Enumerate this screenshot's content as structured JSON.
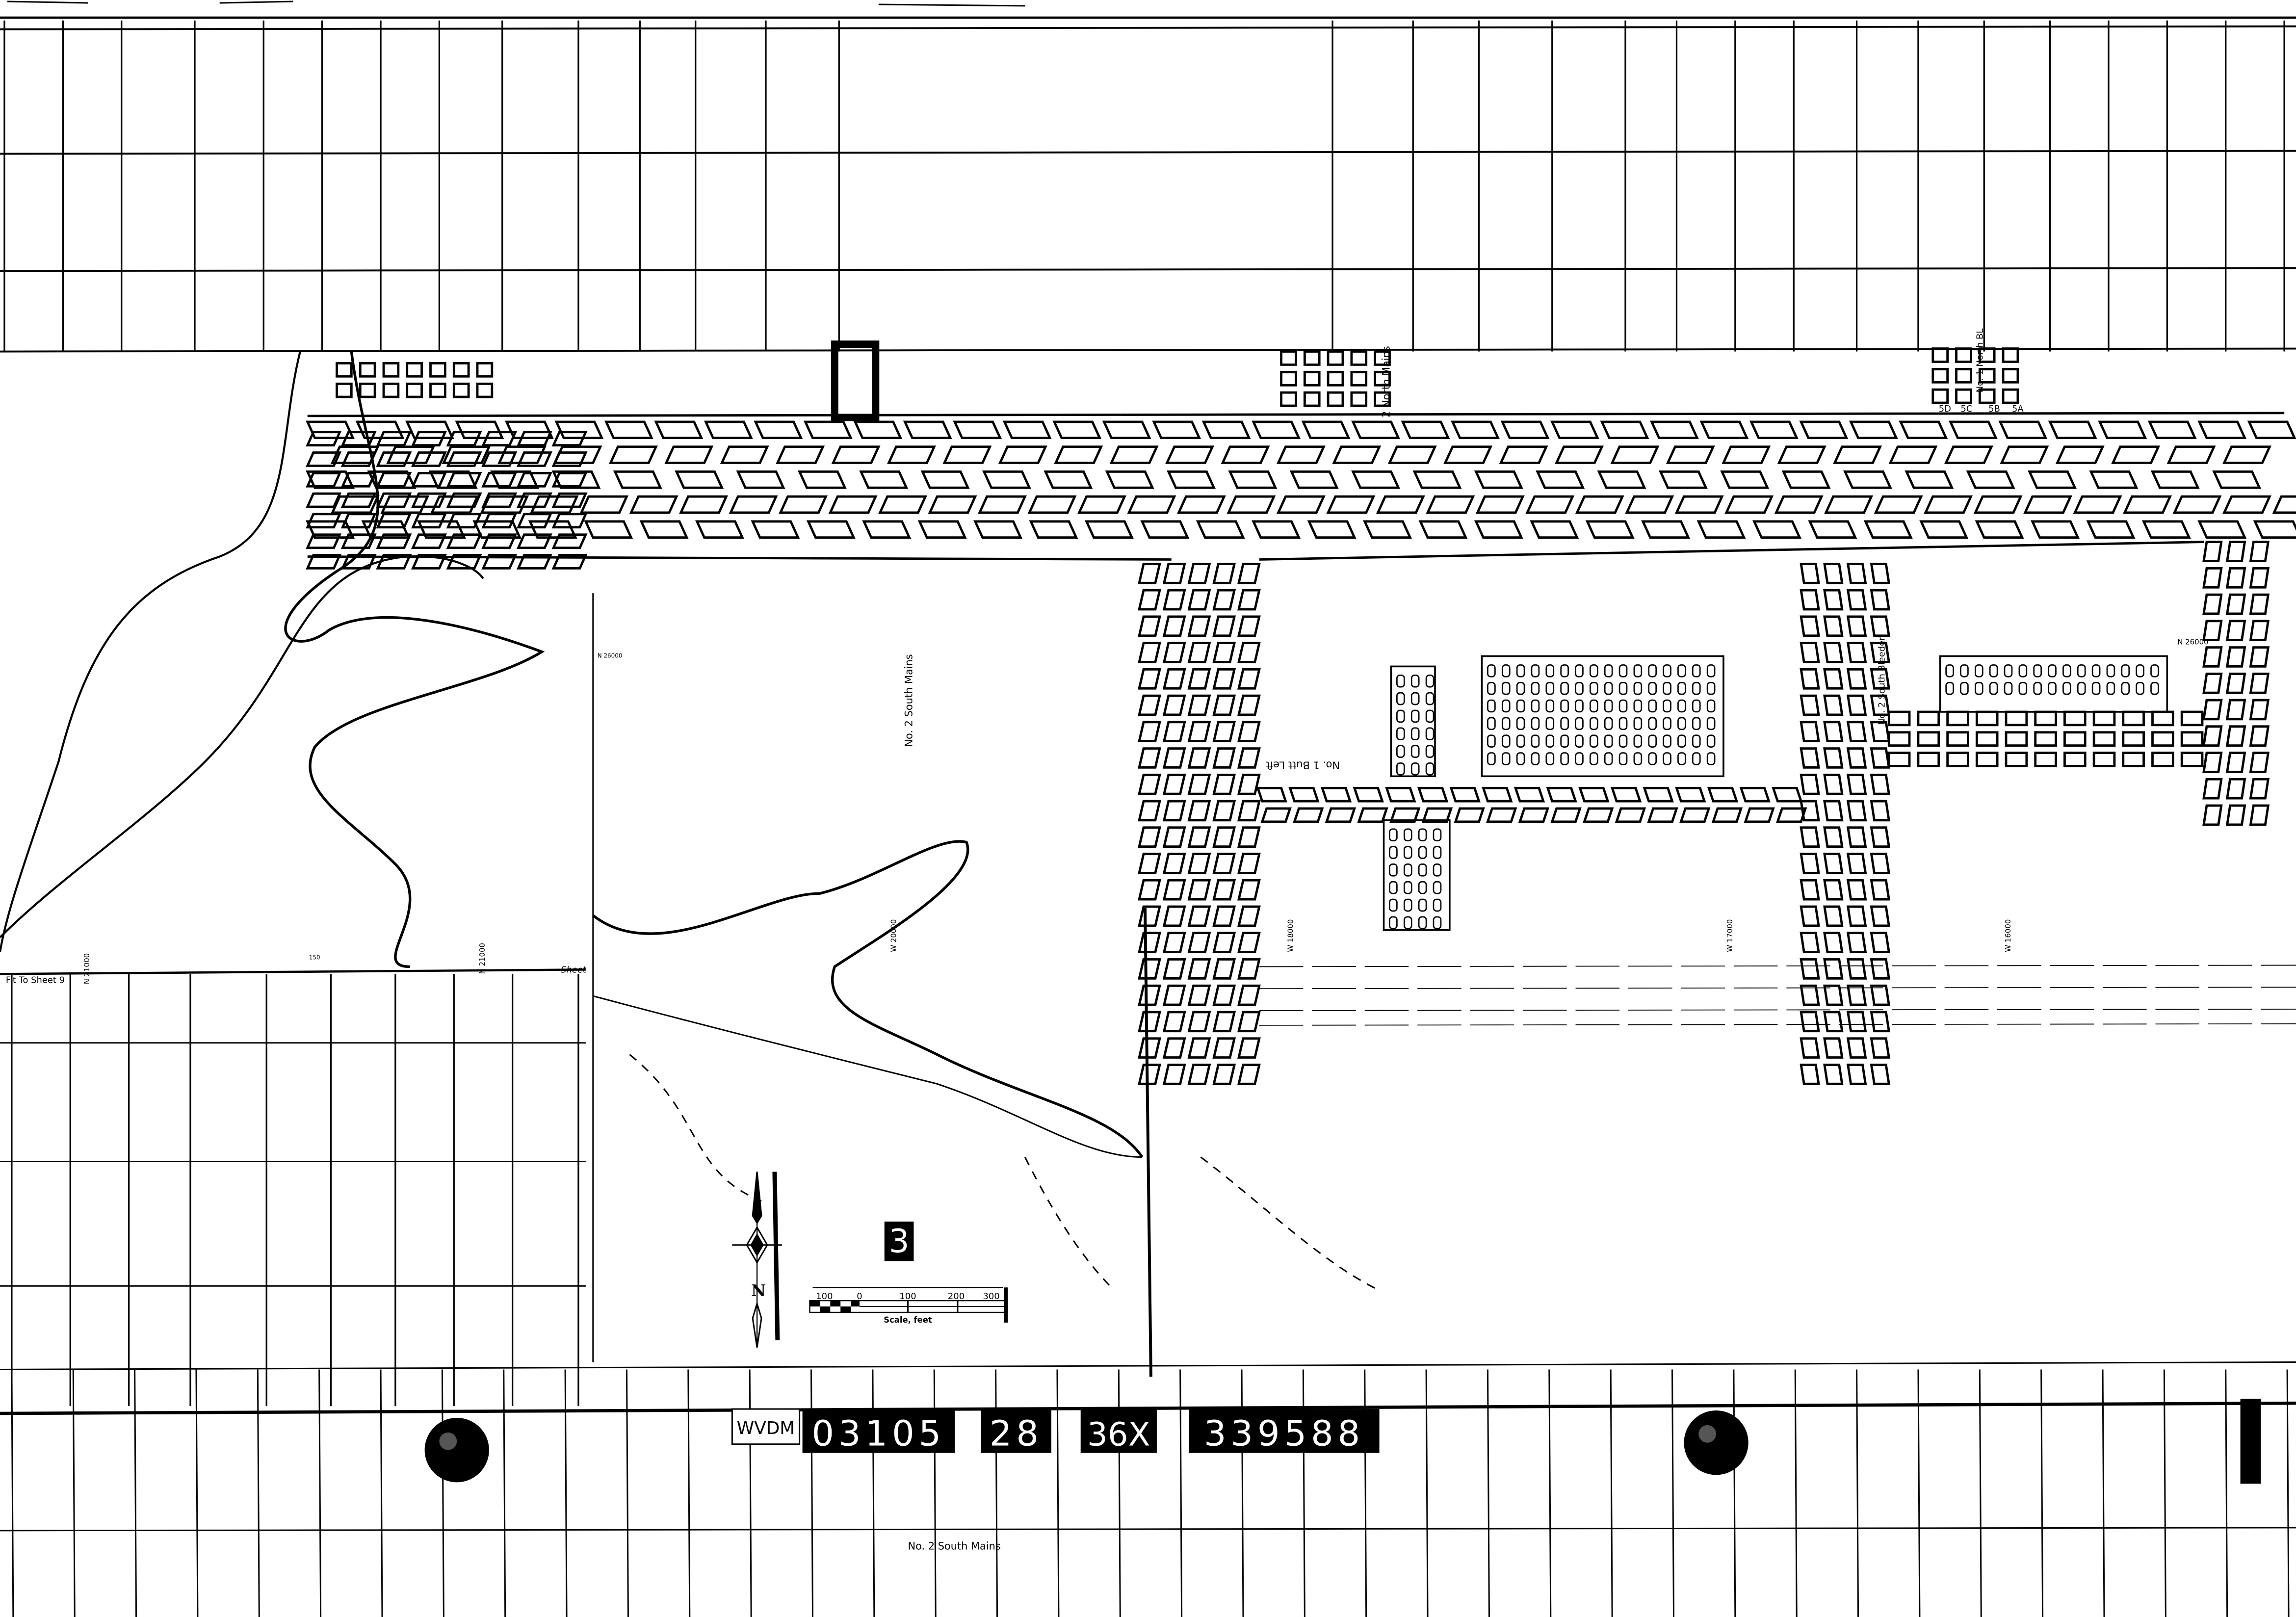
{
  "sheet": {
    "fit_note": "Fit To Sheet 9",
    "sheet_label": "Sheet",
    "plate_number": "3",
    "north_label": "N"
  },
  "coordinates": {
    "n21000": "N 21000",
    "n26000": "N 26000",
    "w20000": "W 20000",
    "w18000": "W 18000",
    "w17000": "W 17000",
    "w16000": "W 16000",
    "contour_elev": "150"
  },
  "workings": {
    "no2_south_mains": "No. 2 South Mains",
    "north_mains": "2 North Mains",
    "no1_butt_left": "No. 1 Butt Left",
    "no2_south_bleeder": "No. 2 South Bleeder",
    "no1_north_bleeder": "No. 1 North BL",
    "sections": [
      "5A",
      "5B",
      "5C",
      "5D"
    ]
  },
  "scale_bar": {
    "ticks": [
      "100",
      "0",
      "100",
      "200",
      "300"
    ],
    "label": "Scale, feet"
  },
  "film_label": {
    "prefix": "WVDM",
    "roll": "03105",
    "frame": "28",
    "reduction": "36X",
    "document_id": "339588"
  }
}
